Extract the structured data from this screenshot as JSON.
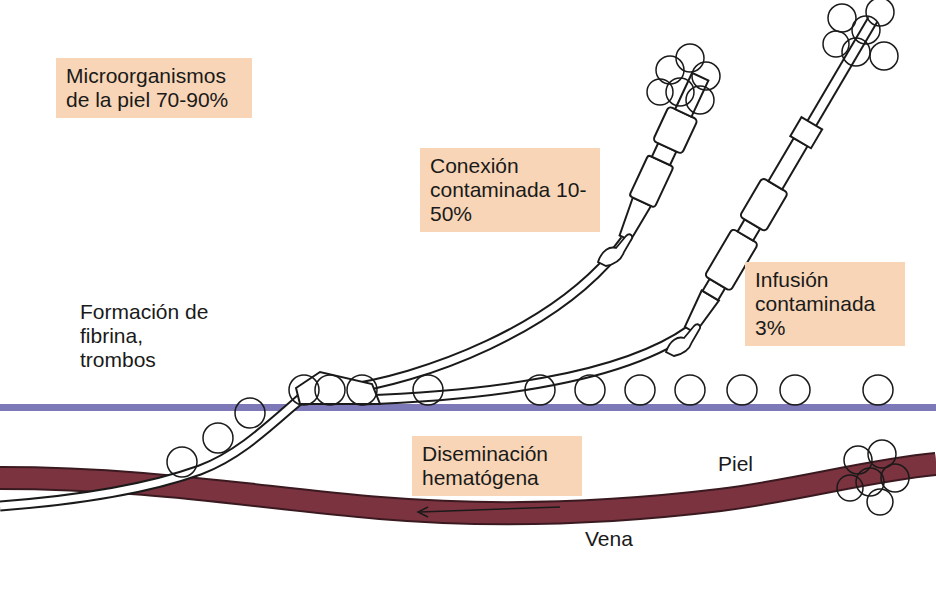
{
  "diagram": {
    "nodes": [
      {
        "text": [
          "Microorganismos de la piel 70-90%"
        ]
      },
      {
        "text": [
          "Conexión contaminada 10-50%"
        ]
      },
      {
        "text": [
          "Infusión contaminada 3%"
        ]
      },
      {
        "text": [
          "Diseminación hematógena"
        ]
      }
    ],
    "labels": [
      "Formación de fibrina, trombos",
      "Piel",
      "Vena"
    ]
  }
}
